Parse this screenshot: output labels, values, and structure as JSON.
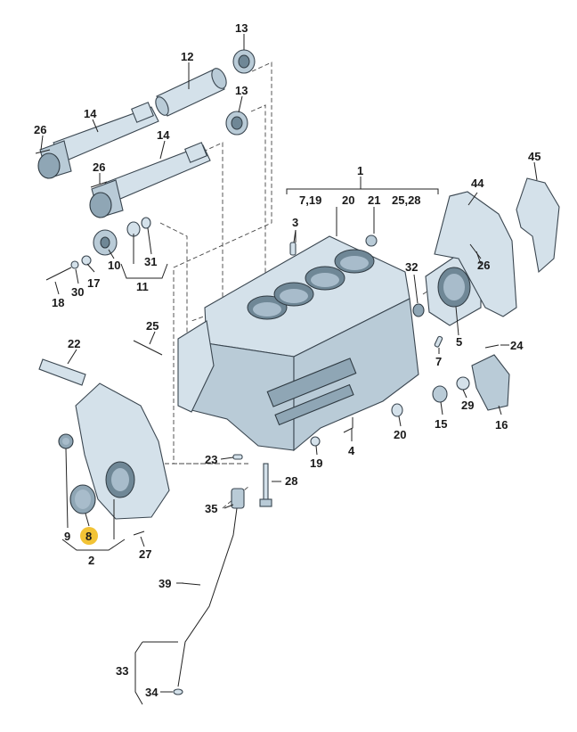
{
  "callouts": {
    "c1": "1",
    "c1_sub_a": "7,19",
    "c1_sub_b": "20",
    "c1_sub_c": "21",
    "c1_sub_d": "25,28",
    "c2": "2",
    "c3": "3",
    "c4": "4",
    "c5": "5",
    "c7": "7",
    "c8": "8",
    "c9": "9",
    "c10": "10",
    "c11": "11",
    "c12": "12",
    "c13a": "13",
    "c13b": "13",
    "c14a": "14",
    "c14b": "14",
    "c15": "15",
    "c16": "16",
    "c17": "17",
    "c18": "18",
    "c19": "19",
    "c20": "20",
    "c22": "22",
    "c23": "23",
    "c24": "24",
    "c25": "25",
    "c26a": "26",
    "c26b": "26",
    "c26c": "26",
    "c27": "27",
    "c28": "28",
    "c29": "29",
    "c30": "30",
    "c31": "31",
    "c32": "32",
    "c33": "33",
    "c34": "34",
    "c35": "35",
    "c39": "39",
    "c44": "44",
    "c45": "45"
  },
  "highlight_color": "#f2c335",
  "highlighted_part": "8"
}
